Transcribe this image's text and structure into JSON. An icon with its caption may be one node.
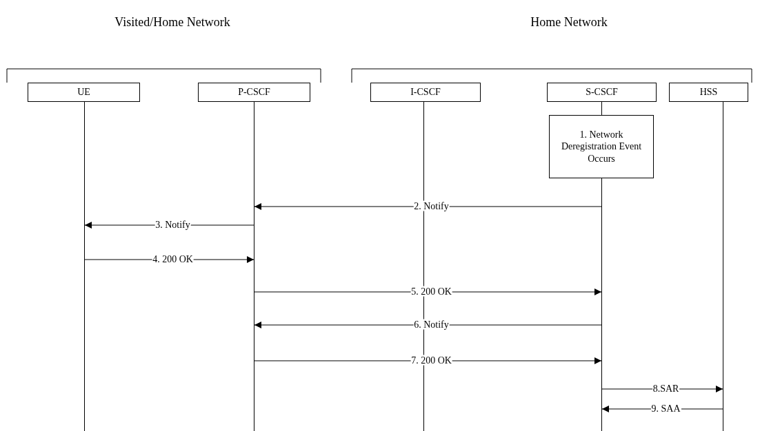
{
  "diagram": {
    "nodes": [
      {
        "text": [
          "UE"
        ]
      },
      {
        "text": [
          "P-CSCF"
        ]
      },
      {
        "text": [
          "I-CSCF"
        ]
      },
      {
        "text": [
          "S-CSCF"
        ]
      },
      {
        "text": [
          "HSS"
        ]
      },
      {
        "text": [
          "1. Network Deregistration Event Occurs"
        ]
      },
      {
        "text": [],
        "shape": "line"
      },
      {
        "text": [],
        "shape": "line"
      },
      {
        "text": [],
        "shape": "line"
      },
      {
        "text": [],
        "shape": "line"
      },
      {
        "text": [],
        "shape": "line"
      }
    ],
    "edges": [
      {
        "from": 3,
        "to": 5,
        "arrow": "none"
      },
      {
        "from": 9,
        "to": 7,
        "arrow": "to",
        "label": "2. Notify"
      },
      {
        "from": 7,
        "to": 6,
        "arrow": "to",
        "label": "3. Notify"
      },
      {
        "from": 6,
        "to": 7,
        "arrow": "to",
        "label": "4. 200 OK"
      },
      {
        "from": 7,
        "to": 9,
        "arrow": "to",
        "label": "5. 200 OK"
      },
      {
        "from": 9,
        "to": 7,
        "arrow": "to",
        "label": "6. Notify"
      },
      {
        "from": 7,
        "to": 9,
        "arrow": "to",
        "label": "7. 200 OK"
      },
      {
        "from": 9,
        "to": 10,
        "arrow": "to",
        "label": "8.SAR"
      },
      {
        "from": 10,
        "to": 9,
        "arrow": "to",
        "label": "9. SAA"
      }
    ],
    "labels": [
      "Visited/Home Network",
      "Home Network"
    ]
  }
}
